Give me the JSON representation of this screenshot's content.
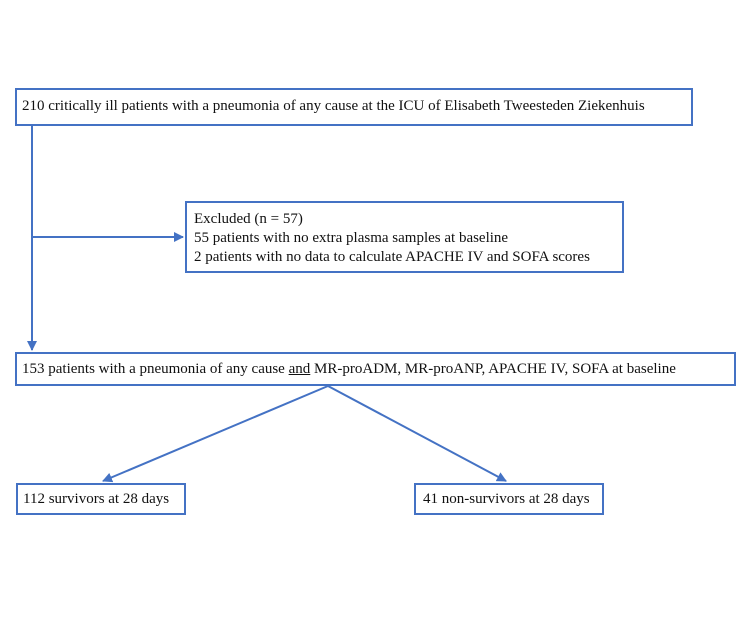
{
  "boxes": {
    "top": "210 critically ill patients with a pneumonia of any cause at the ICU of Elisabeth Tweesteden Ziekenhuis",
    "excluded": {
      "lines": [
        "Excluded (n = 57)",
        "55 patients with no extra plasma samples at baseline",
        "2 patients with no data to calculate APACHE IV and SOFA scores"
      ]
    },
    "middle": {
      "before": "153 patients with a pneumonia of any cause ",
      "underlined": "and",
      "after": " MR-proADM, MR-proANP, APACHE IV, SOFA at baseline"
    },
    "survivors": "112 survivors at 28 days",
    "non_survivors": "41 non-survivors at 28 days"
  },
  "colors": {
    "border": "#4472c4",
    "arrow": "#4472c4",
    "text": "#111111"
  }
}
